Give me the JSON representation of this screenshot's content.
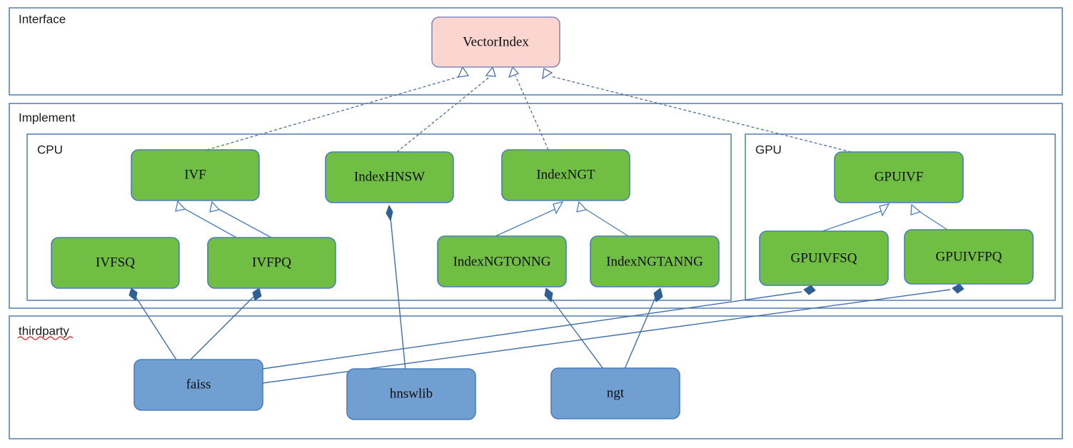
{
  "diagram": {
    "title_groups": [
      {
        "id": "interface",
        "label": "Interface"
      },
      {
        "id": "implement",
        "label": "Implement"
      },
      {
        "id": "cpu",
        "label": "CPU"
      },
      {
        "id": "gpu",
        "label": "GPU"
      },
      {
        "id": "thirdparty",
        "label": "thirdparty"
      }
    ],
    "colors": {
      "interface_fill": "#fbd5cf",
      "interface_stroke": "#8288c0",
      "implementation_fill": "#70be44",
      "implementation_stroke": "#4a7ebb",
      "thirdparty_fill": "#719fd1",
      "thirdparty_stroke": "#4a7ebb",
      "frame_stroke": "#4472a8",
      "edge_stroke": "#4a7ebb",
      "compose_stroke": "#2e6094",
      "spellcheck_underline": "#e02020"
    },
    "nodes": [
      {
        "id": "vectorindex",
        "label": "VectorIndex",
        "group": "interface",
        "kind": "interface"
      },
      {
        "id": "ivf",
        "label": "IVF",
        "group": "cpu",
        "kind": "implementation"
      },
      {
        "id": "indexhnsw",
        "label": "IndexHNSW",
        "group": "cpu",
        "kind": "implementation"
      },
      {
        "id": "indexngt",
        "label": "IndexNGT",
        "group": "cpu",
        "kind": "implementation"
      },
      {
        "id": "ivfsq",
        "label": "IVFSQ",
        "group": "cpu",
        "kind": "implementation"
      },
      {
        "id": "ivfpq",
        "label": "IVFPQ",
        "group": "cpu",
        "kind": "implementation"
      },
      {
        "id": "indexngtonng",
        "label": "IndexNGTONNG",
        "group": "cpu",
        "kind": "implementation"
      },
      {
        "id": "indexngtanng",
        "label": "IndexNGTANNG",
        "group": "cpu",
        "kind": "implementation"
      },
      {
        "id": "gpuivf",
        "label": "GPUIVF",
        "group": "gpu",
        "kind": "implementation"
      },
      {
        "id": "gpuivfsq",
        "label": "GPUIVFSQ",
        "group": "gpu",
        "kind": "implementation"
      },
      {
        "id": "gpuivfpq",
        "label": "GPUIVFPQ",
        "group": "gpu",
        "kind": "implementation"
      },
      {
        "id": "faiss",
        "label": "faiss",
        "group": "thirdparty",
        "kind": "library"
      },
      {
        "id": "hnswlib",
        "label": "hnswlib",
        "group": "thirdparty",
        "kind": "library"
      },
      {
        "id": "ngt",
        "label": "ngt",
        "group": "thirdparty",
        "kind": "library"
      }
    ],
    "edges": [
      {
        "from": "ivf",
        "to": "vectorindex",
        "type": "realization"
      },
      {
        "from": "indexhnsw",
        "to": "vectorindex",
        "type": "realization"
      },
      {
        "from": "indexngt",
        "to": "vectorindex",
        "type": "realization"
      },
      {
        "from": "gpuivf",
        "to": "vectorindex",
        "type": "realization"
      },
      {
        "from": "ivfsq",
        "to": "ivf",
        "type": "generalization"
      },
      {
        "from": "ivfpq",
        "to": "ivf",
        "type": "generalization"
      },
      {
        "from": "indexngtonng",
        "to": "indexngt",
        "type": "generalization"
      },
      {
        "from": "indexngtanng",
        "to": "indexngt",
        "type": "generalization"
      },
      {
        "from": "gpuivfsq",
        "to": "gpuivf",
        "type": "generalization"
      },
      {
        "from": "gpuivfpq",
        "to": "gpuivf",
        "type": "generalization"
      },
      {
        "from": "faiss",
        "to": "ivfsq",
        "type": "composition"
      },
      {
        "from": "faiss",
        "to": "ivfpq",
        "type": "composition"
      },
      {
        "from": "faiss",
        "to": "gpuivfsq",
        "type": "composition"
      },
      {
        "from": "faiss",
        "to": "gpuivfpq",
        "type": "composition"
      },
      {
        "from": "hnswlib",
        "to": "indexhnsw",
        "type": "composition"
      },
      {
        "from": "ngt",
        "to": "indexngtonng",
        "type": "composition"
      },
      {
        "from": "ngt",
        "to": "indexngtanng",
        "type": "composition"
      }
    ]
  }
}
